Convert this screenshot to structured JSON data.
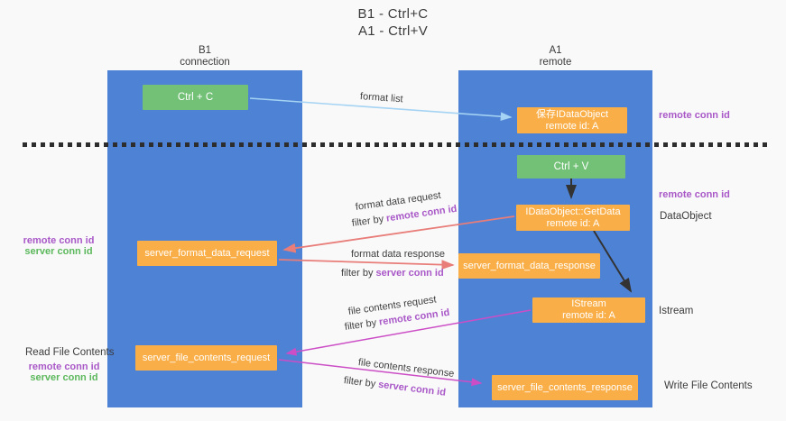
{
  "title": {
    "line1": "B1 - Ctrl+C",
    "line2": "A1 - Ctrl+V"
  },
  "lanes": {
    "left": {
      "line1": "B1",
      "line2": "connection"
    },
    "right": {
      "line1": "A1",
      "line2": "remote"
    }
  },
  "nodes": {
    "ctrl_c": {
      "label": "Ctrl + C"
    },
    "ctrl_v": {
      "label": "Ctrl + V"
    },
    "save_idataobject": {
      "line1": "保存IDataObject",
      "line2": "remote id: A"
    },
    "idataobject_getdata": {
      "line1": "IDataObject::GetData",
      "line2": "remote id: A"
    },
    "istream": {
      "line1": "IStream",
      "line2": "remote id: A"
    },
    "server_format_data_request": {
      "label": "server_format_data_request"
    },
    "server_format_data_response": {
      "label": "server_format_data_response"
    },
    "server_file_contents_request": {
      "label": "server_file_contents_request"
    },
    "server_file_contents_response": {
      "label": "server_file_contents_response"
    }
  },
  "edge_labels": {
    "format_list": "format list",
    "format_data_request": "format data request",
    "format_data_response": "format data response",
    "file_contents_request": "file contents request",
    "file_contents_response": "file contents response",
    "filter_prefix": "filter by ",
    "remote_conn_id": "remote conn id",
    "server_conn_id": "server conn id"
  },
  "side_labels": {
    "remote_conn_id_top": "remote conn id",
    "remote_conn_id_mid": "remote conn id",
    "dataobject": "DataObject",
    "istream": "Istream",
    "write_file_contents": "Write File Contents",
    "read_file_contents": "Read File Contents",
    "left_remote_conn_id": "remote conn id",
    "left_server_conn_id": "server conn id"
  },
  "colors": {
    "lane_blue": "#4e82d5",
    "node_green": "#72c177",
    "node_orange": "#f9ae47",
    "arrow_light_blue": "#a5d3f3",
    "arrow_black": "#333333",
    "arrow_salmon": "#e87d79",
    "arrow_magenta": "#cc4ec6",
    "label_purple": "#a958c8",
    "label_green": "#5cb85c",
    "background": "#f9f9f9"
  }
}
